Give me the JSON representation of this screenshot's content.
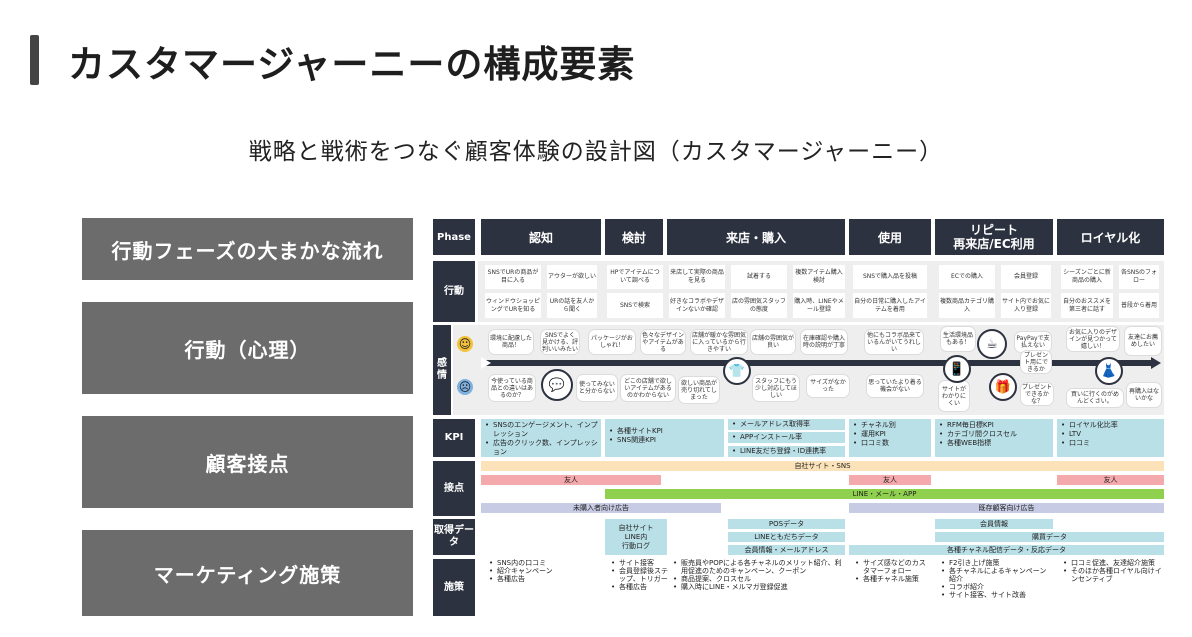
{
  "title": "カスタマージャーニーの構成要素",
  "subtitle": "戦略と戦術をつなぐ顧客体験の設計図（カスタマージャーニー）",
  "side_labels": [
    "行動フェーズの大まかな流れ",
    "行動（心理）",
    "顧客接点",
    "マーケティング施策"
  ],
  "row_labels": {
    "phase": "Phase",
    "action": "行動",
    "emotion": "感情",
    "kpi": "KPI",
    "touch": "接点",
    "acquire": "取得データ",
    "measures": "施策"
  },
  "phases": [
    "認知",
    "検討",
    "来店・購入",
    "使用",
    "リピート\n再来店/EC利用",
    "ロイヤル化"
  ],
  "actions": [
    "SNSでURの商品が目に入る",
    "アウターが欲しい",
    "HPでアイテムについて調べる",
    "来店して実際の商品を見る",
    "試着する",
    "複数アイテム購入検討",
    "SNSで購入品を投稿",
    "ECでの購入",
    "会員登録",
    "シーズンごとに新商品の購入",
    "各SNSのフォロー",
    "ウィンドウショッピングでURを知る",
    "URの話を友人から聞く",
    "SNSで検索",
    "好きなコラボやデザインないか確認",
    "店の雰囲気スタッフの態度",
    "購入時、LINEやメール登録",
    "自分の日常に購入したアイテムを着用",
    "複数商品カテゴリ購入",
    "サイト内でお気に入り登録",
    "自分のおススメを第三者に話す",
    "普段から着用"
  ],
  "emotions_top": [
    "環境に配慮した商品！",
    "SNSでよく見かける、評判いいみたい",
    "パッケージがおしゃれ！",
    "色々なデザインやアイテムがある",
    "店舗が暖かな雰囲気に入っているから行きやすい",
    "店舗の雰囲気が良い",
    "在庫確認や購入時の説明が丁寧",
    "他にもコラボ品来ているんがいてうれしい",
    "生活環境品もある！",
    "PayPayで支払えない",
    "お気に入りのデザインが見つかって嬉しい！",
    "友達にお薦めしたい"
  ],
  "emotions_bottom": [
    "今使っている商品との違いはあるのか？",
    "使ってみないと分からない",
    "どこの店舗で欲しいアイテムがあるのかわからない",
    "欲しい商品が売り切れてしまった",
    "スタッフにもう少し対応してほしい",
    "サイズがなかった",
    "思っていたより着る機会がない",
    "サイトがわかりにくい",
    "プレゼント用にできるか",
    "プレゼントできるかな？",
    "買いに行くのがめんどくさい。",
    "再購入はないかな"
  ],
  "kpis": [
    [
      "SNSのエンゲージメント、インプレッション",
      "広告のクリック数、インプレッション"
    ],
    [
      "各種サイトKPI",
      "SNS関連KPI"
    ],
    [
      "メールアドレス取得率",
      "APPインストール率",
      "LINE友だち登録・ID連携率"
    ],
    [
      "チャネル別",
      "運用KPI",
      "口コミ数"
    ],
    [
      "RFM毎日標KPI",
      "カテゴリ間クロスセル",
      "各種WEB指標"
    ],
    [
      "ロイヤル化比率",
      "LTV",
      "口コミ"
    ]
  ],
  "touchpoints": {
    "own_site": "自社サイト・SNS",
    "friend": "友人",
    "line": "LINE・メール・APP",
    "nonmember_ad": "未購入者向け広告",
    "member_ad": "既存顧客向け広告"
  },
  "acquire": {
    "site": "自社サイト\nLINE内\n行動ログ",
    "pos": "POSデータ",
    "line_data": "LINEともだちデータ",
    "member_email": "会員情報・メールアドレス",
    "member_info": "会員情報",
    "purchase": "購買データ",
    "channel": "各種チャネル配信データ・反応データ"
  },
  "measures": [
    [
      "SNS内の口コミ",
      "紹介キャンペーン",
      "各種広告"
    ],
    [
      "サイト接客",
      "会員登録後ステップ、トリガー",
      "各種広告"
    ],
    [
      "販売員やPOPによる各チャネルのメリット紹介、利用促進のためのキャンペーン、クーポン",
      "商品提案、クロスセル",
      "購入時にLINE・メルマガ登録促進"
    ],
    [
      "サイズ感などのカスタマーフォロー",
      "各種チャネル施策"
    ],
    [
      "F2引き上げ施策",
      "各チャネルによるキャンペーン紹介",
      "コラボ紹介",
      "サイト接客、サイト改善"
    ],
    [
      "口コミ促進、友達紹介施策",
      "そのほか各種ロイヤル向けインセンティブ"
    ]
  ],
  "colors": {
    "header": "#2c3240",
    "kpi": "#b9dfe7",
    "own_site_band": "#fbe2b8",
    "friend_band": "#f4a9ac",
    "line_band": "#8fd14f",
    "ad_band": "#c7cbe4"
  },
  "icons": [
    "chat-icon",
    "tshirt-icon",
    "phone-icon",
    "coffee-icon",
    "gift-icon",
    "dress-icon",
    "happy-face-icon",
    "sad-face-icon"
  ]
}
